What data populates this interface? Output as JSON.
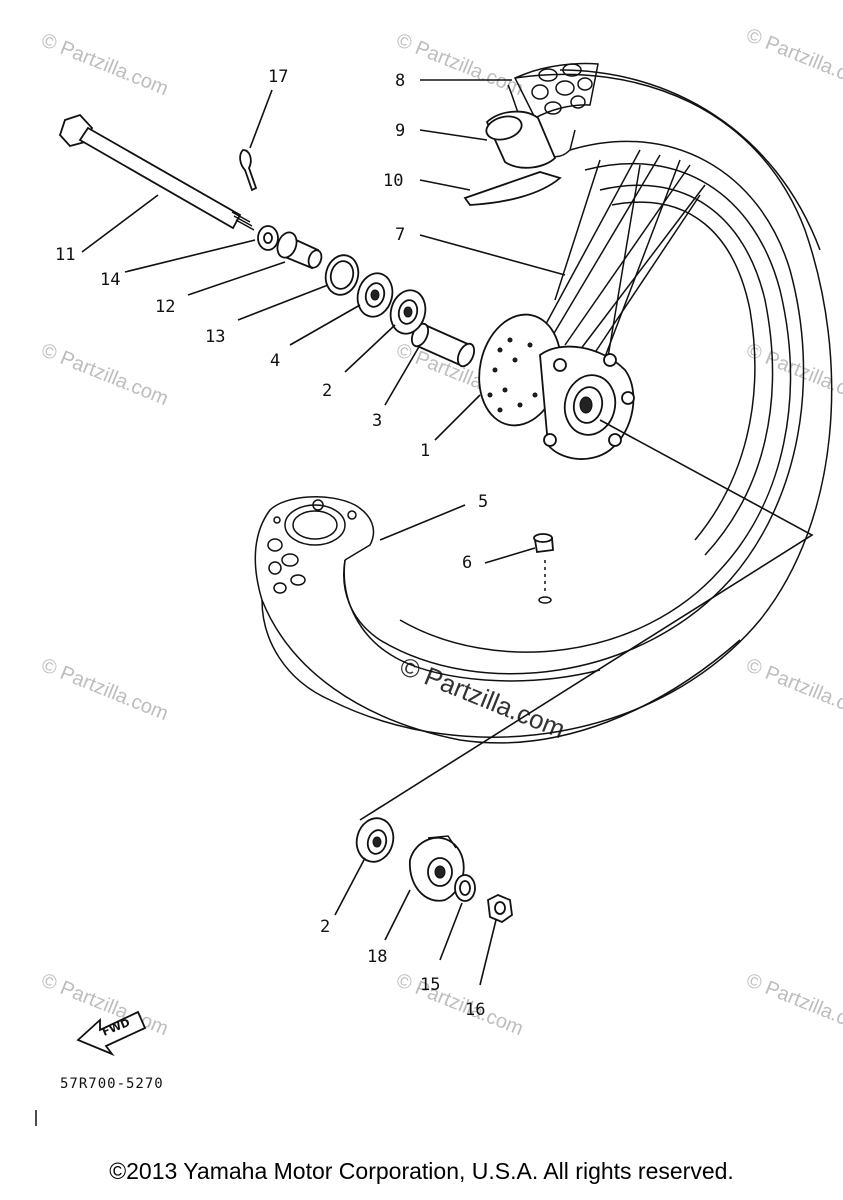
{
  "callouts": [
    {
      "id": "17",
      "label": "17"
    },
    {
      "id": "8",
      "label": "8"
    },
    {
      "id": "9",
      "label": "9"
    },
    {
      "id": "10",
      "label": "10"
    },
    {
      "id": "11",
      "label": "11"
    },
    {
      "id": "7",
      "label": "7"
    },
    {
      "id": "14",
      "label": "14"
    },
    {
      "id": "12",
      "label": "12"
    },
    {
      "id": "13",
      "label": "13"
    },
    {
      "id": "4",
      "label": "4"
    },
    {
      "id": "2a",
      "label": "2"
    },
    {
      "id": "3",
      "label": "3"
    },
    {
      "id": "1",
      "label": "1"
    },
    {
      "id": "5",
      "label": "5"
    },
    {
      "id": "6",
      "label": "6"
    },
    {
      "id": "2b",
      "label": "2"
    },
    {
      "id": "18",
      "label": "18"
    },
    {
      "id": "15",
      "label": "15"
    },
    {
      "id": "16",
      "label": "16"
    }
  ],
  "watermark_text": "© Partzilla.com",
  "fwd_label": "FWD",
  "diagram_code": "57R700-5270",
  "copyright": "©2013 Yamaha Motor Corporation, U.S.A. All rights reserved.",
  "icons": [
    "fwd-arrow-icon"
  ]
}
